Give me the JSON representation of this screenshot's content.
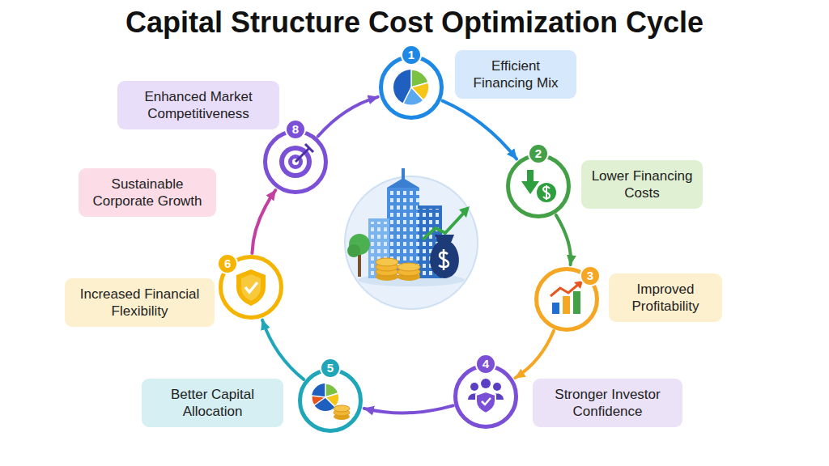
{
  "diagram": {
    "title": "Capital Structure Cost Optimization Cycle",
    "nodes": [
      {
        "text": [
          "1"
        ]
      },
      {
        "text": [
          "Efficient Financing Mix"
        ]
      },
      {
        "text": [
          "2"
        ]
      },
      {
        "text": [
          "Lower Financing Costs"
        ]
      },
      {
        "text": [
          "3"
        ]
      },
      {
        "text": [
          "Improved Profitability"
        ]
      },
      {
        "text": [
          "4"
        ]
      },
      {
        "text": [
          "Stronger Investor Confidence"
        ]
      },
      {
        "text": [
          "5"
        ]
      },
      {
        "text": [
          "Better Capital Allocation"
        ]
      },
      {
        "text": [
          "6"
        ]
      },
      {
        "text": [
          "Increased Financial Flexibility"
        ]
      },
      {
        "text": [
          "Sustainable Corporate Growth"
        ]
      },
      {
        "text": [
          "8"
        ]
      },
      {
        "text": [
          "Enhanced Market Competitiveness"
        ]
      }
    ],
    "edges": [
      {
        "from": 0,
        "to": 2,
        "arrow": "to"
      },
      {
        "from": 2,
        "to": 4,
        "arrow": "to"
      },
      {
        "from": 4,
        "to": 6,
        "arrow": "to"
      },
      {
        "from": 6,
        "to": 8,
        "arrow": "to"
      },
      {
        "from": 8,
        "to": 10,
        "arrow": "to"
      },
      {
        "from": 10,
        "to": 13,
        "arrow": "to"
      },
      {
        "from": 13,
        "to": 0,
        "arrow": "to"
      }
    ]
  }
}
